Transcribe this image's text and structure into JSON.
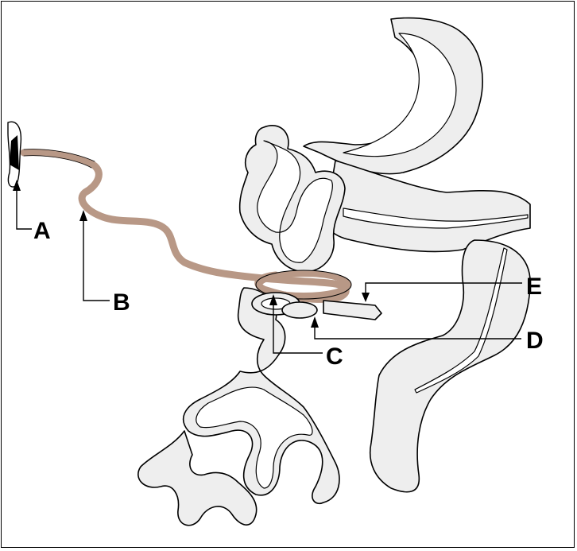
{
  "labels": {
    "a": "A",
    "b": "B",
    "c": "C",
    "d": "D",
    "e": "E"
  },
  "colors": {
    "tube": "#b89886",
    "organ_fill": "#eeeeee",
    "outline": "#000000"
  }
}
